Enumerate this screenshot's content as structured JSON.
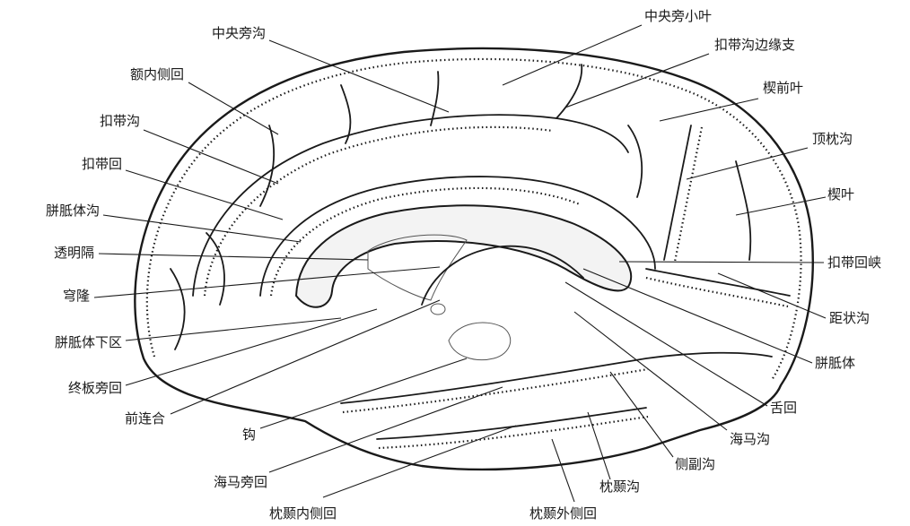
{
  "labels": {
    "l01": "中央旁小叶",
    "l02": "中央旁沟",
    "l03": "扣带沟边缘支",
    "l04": "额内侧回",
    "l05": "楔前叶",
    "l06": "扣带沟",
    "l07": "顶枕沟",
    "l08": "扣带回",
    "l09": "楔叶",
    "l10": "胼胝体沟",
    "l11": "透明隔",
    "l12": "扣带回峡",
    "l13": "穹隆",
    "l14": "距状沟",
    "l15": "胼胝体下区",
    "l16": "胼胝体",
    "l17": "终板旁回",
    "l18": "舌回",
    "l19": "前连合",
    "l20": "海马沟",
    "l21": "钩",
    "l22": "侧副沟",
    "l23": "海马旁回",
    "l24": "枕颞沟",
    "l25": "枕颞内侧回",
    "l26": "枕颞外侧回"
  }
}
